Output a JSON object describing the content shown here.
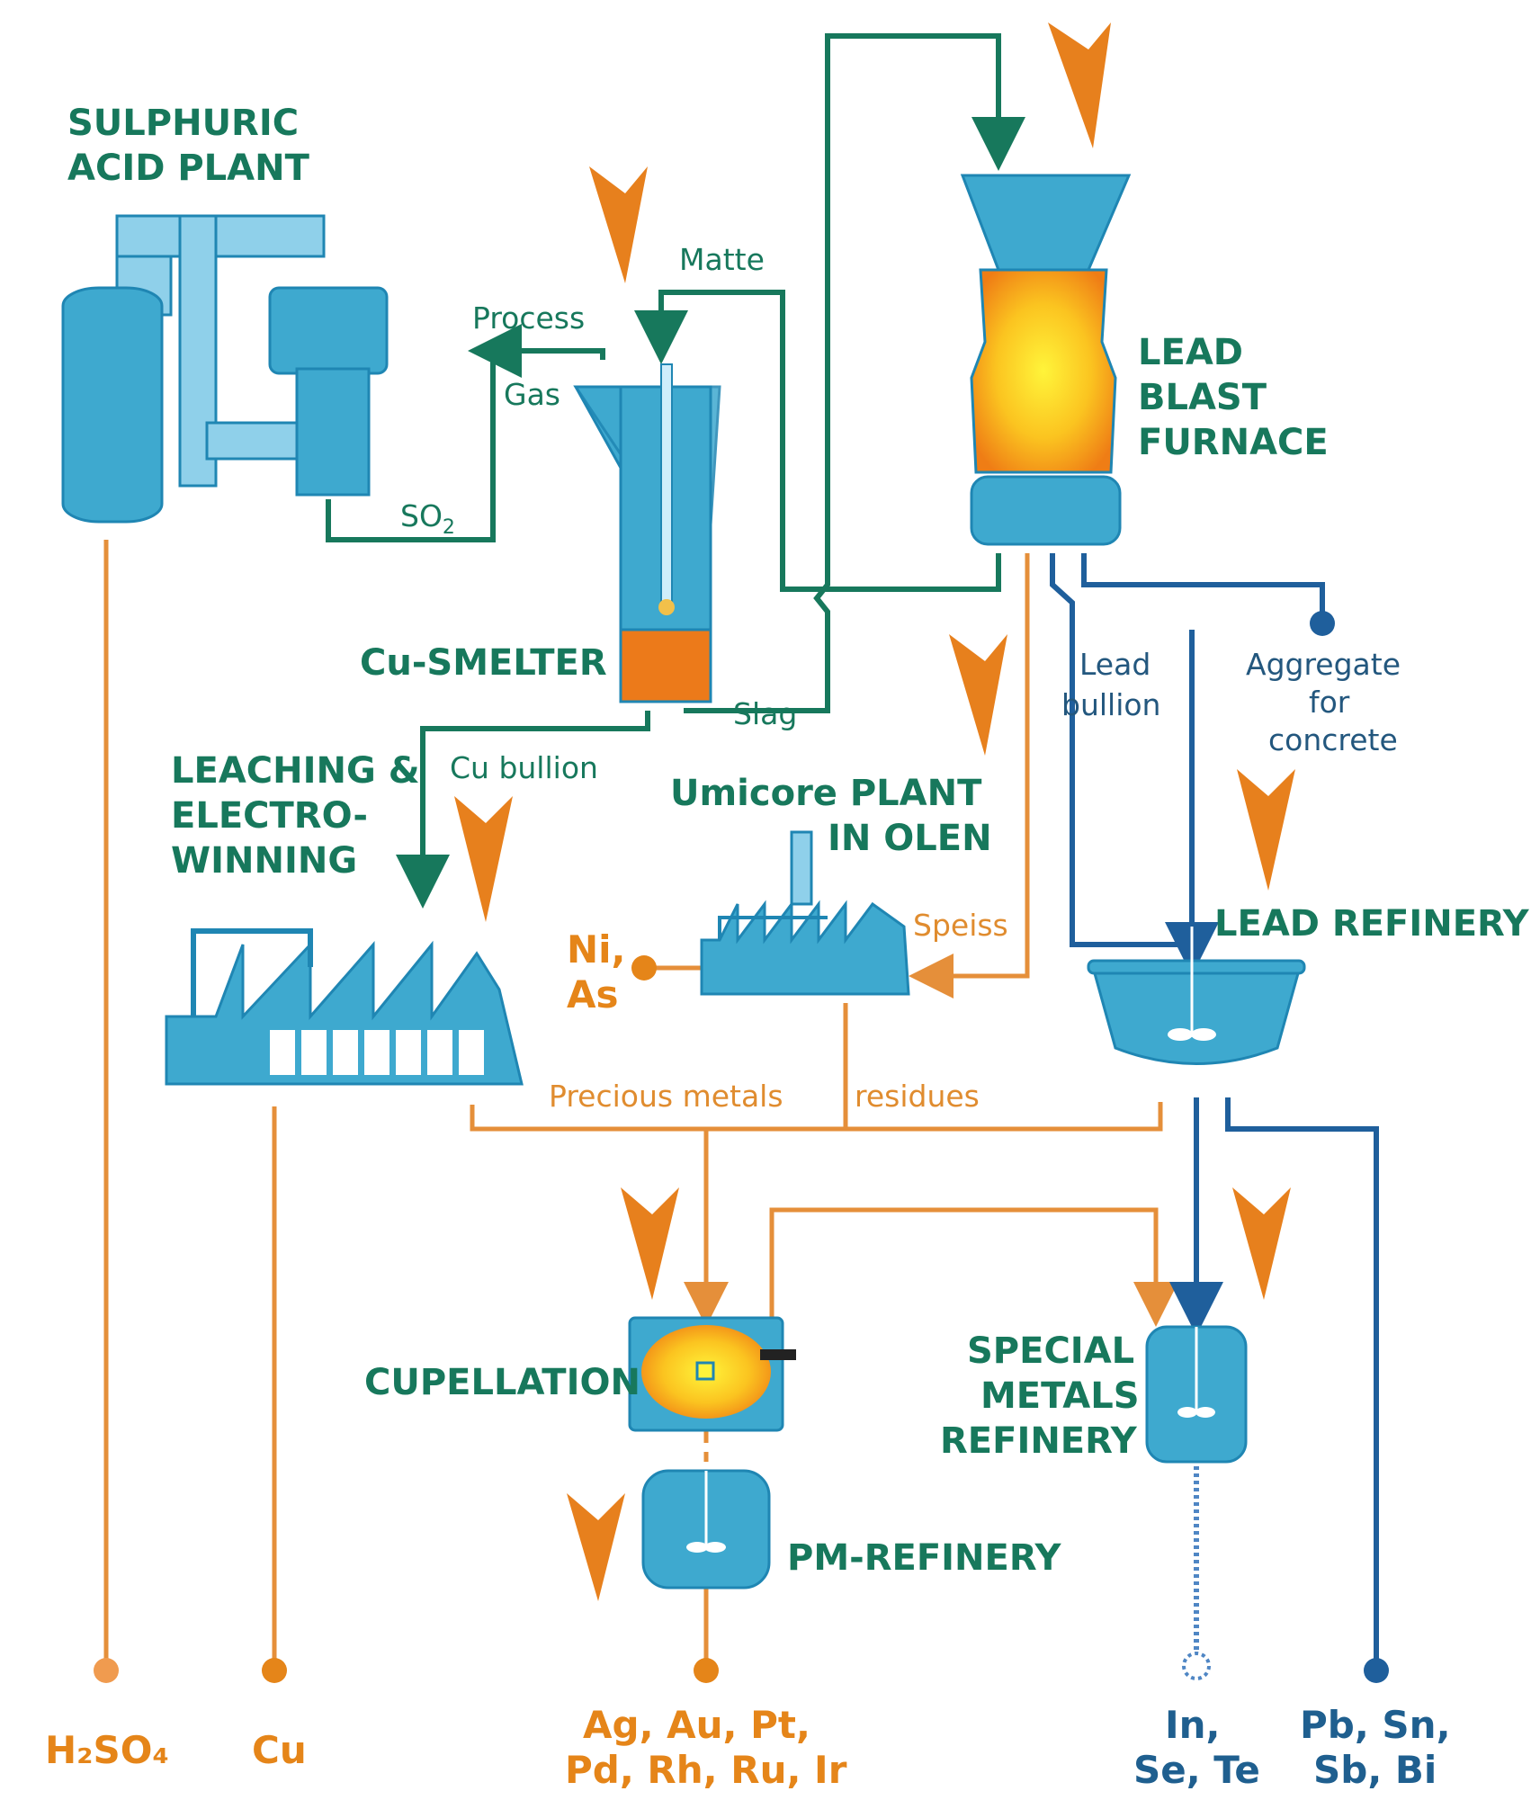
{
  "units": {
    "sulphuric_acid_plant": [
      "SULPHURIC",
      "ACID PLANT"
    ],
    "cu_smelter": "Cu-SMELTER",
    "lead_blast_furnace": [
      "LEAD",
      "BLAST",
      "FURNACE"
    ],
    "leaching": [
      "LEACHING &",
      "ELECTRO-",
      "WINNING"
    ],
    "umicore_plant": [
      "Umicore PLANT",
      "IN OLEN"
    ],
    "lead_refinery": "LEAD REFINERY",
    "cupellation": "CUPELLATION",
    "special_metals_refinery": [
      "SPECIAL",
      "METALS",
      "REFINERY"
    ],
    "pm_refinery": "PM-REFINERY"
  },
  "streams": {
    "matte": "Matte",
    "process_gas": [
      "Process",
      "Gas"
    ],
    "so2": "SO",
    "so2_subscript": "2",
    "slag": "Slag",
    "cu_bullion": "Cu bullion",
    "lead_bullion": [
      "Lead",
      "bullion"
    ],
    "aggregate": [
      "Aggregate",
      "for",
      "concrete"
    ],
    "speiss": "Speiss",
    "pm_residues": [
      "Precious metals",
      "residues"
    ]
  },
  "products": {
    "h2so4": "H₂SO₄",
    "cu": "Cu",
    "ni_as": [
      "Ni,",
      "As"
    ],
    "precious": [
      "Ag, Au, Pt,",
      "Pd, Rh, Ru, Ir"
    ],
    "in_se_te": [
      "In,",
      "Se, Te"
    ],
    "pb_sn_sb_bi": [
      "Pb, Sn,",
      "Sb, Bi"
    ]
  },
  "colors": {
    "equipment": "#3ea9cf",
    "green_flow": "#17785c",
    "orange_flow": "#e58f3a",
    "blue_flow": "#1f5f9c",
    "feed_arrow": "#e7801d"
  }
}
